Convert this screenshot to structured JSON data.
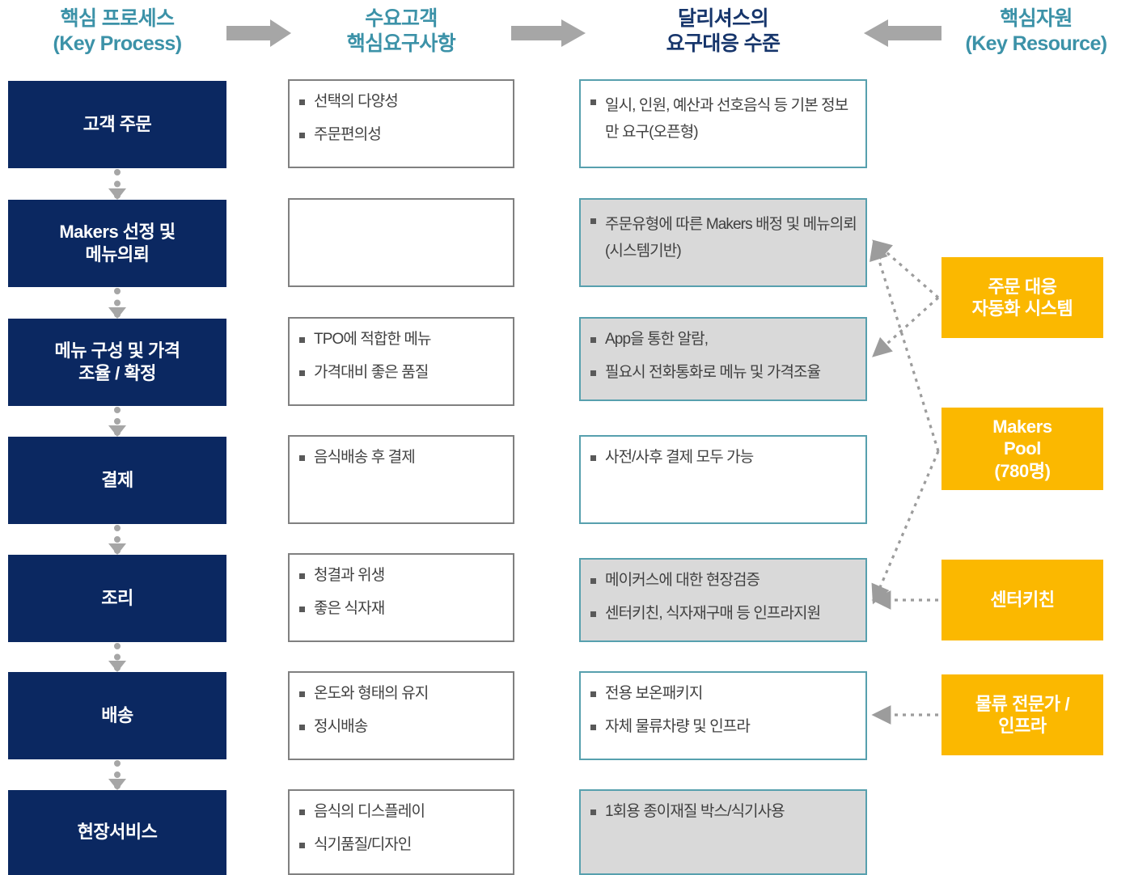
{
  "header": {
    "columns": [
      {
        "id": "key-process",
        "line1": "핵심 프로세스",
        "line2": "(Key Process)",
        "color": "#3c92a8"
      },
      {
        "id": "demand-customer",
        "line1": "수요고객",
        "line2": "핵심요구사항",
        "color": "#3c92a8"
      },
      {
        "id": "response-level",
        "line1": "달리셔스의",
        "line2": "요구대응 수준",
        "color": "#16356b"
      },
      {
        "id": "key-resource",
        "line1": "핵심자원",
        "line2": "(Key Resource)",
        "color": "#3c92a8"
      }
    ],
    "arrows": [
      {
        "name": "arrow-process-to-demand",
        "direction": "right"
      },
      {
        "name": "arrow-demand-to-response",
        "direction": "right"
      },
      {
        "name": "arrow-resource-to-response",
        "direction": "left"
      }
    ]
  },
  "colors": {
    "process_box": "#0b2861",
    "resource_box": "#fbb800",
    "response_border": "#57a0ae",
    "response_fill_grey": "#d9d9d9",
    "requirement_border": "#808080",
    "connector": "#a6a6a6",
    "header_teal": "#3c92a8",
    "header_navy": "#16356b"
  },
  "process_steps": [
    {
      "id": "order",
      "label": "고객 주문"
    },
    {
      "id": "makers-select",
      "label": "Makers 선정 및\n메뉴의뢰",
      "line1": "Makers 선정 및",
      "line2": "메뉴의뢰"
    },
    {
      "id": "menu-price",
      "label": "메뉴 구성 및 가격\n조율 / 확정",
      "line1": "메뉴 구성 및 가격",
      "line2": "조율 / 확정"
    },
    {
      "id": "payment",
      "label": "결제"
    },
    {
      "id": "cooking",
      "label": "조리"
    },
    {
      "id": "delivery",
      "label": "배송"
    },
    {
      "id": "onsite-service",
      "label": "현장서비스"
    }
  ],
  "requirements": [
    {
      "step": "order",
      "items": [
        "선택의 다양성",
        "주문편의성"
      ]
    },
    {
      "step": "makers-select",
      "items": []
    },
    {
      "step": "menu-price",
      "items": [
        "TPO에 적합한 메뉴",
        "가격대비 좋은 품질"
      ]
    },
    {
      "step": "payment",
      "items": [
        "음식배송 후 결제"
      ]
    },
    {
      "step": "cooking",
      "items": [
        "청결과 위생",
        "좋은 식자재"
      ]
    },
    {
      "step": "delivery",
      "items": [
        "온도와 형태의 유지",
        "정시배송"
      ]
    },
    {
      "step": "onsite-service",
      "items": [
        "음식의 디스플레이",
        "식기품질/디자인"
      ]
    }
  ],
  "responses": [
    {
      "step": "order",
      "fill": "white",
      "items": [
        "일시, 인원, 예산과 선호음식 등 기본 정보만 요구(오픈형)"
      ]
    },
    {
      "step": "makers-select",
      "fill": "grey",
      "items": [
        "주문유형에 따른 Makers 배정 및 메뉴의뢰 (시스템기반)"
      ]
    },
    {
      "step": "menu-price",
      "fill": "grey",
      "items": [
        "App을 통한 알람,",
        "필요시 전화통화로 메뉴 및 가격조율"
      ]
    },
    {
      "step": "payment",
      "fill": "white",
      "items": [
        "사전/사후 결제 모두 가능"
      ]
    },
    {
      "step": "cooking",
      "fill": "grey",
      "items": [
        "메이커스에 대한 현장검증",
        "센터키친, 식자재구매 등 인프라지원"
      ]
    },
    {
      "step": "delivery",
      "fill": "white",
      "items": [
        "전용 보온패키지",
        "자체 물류차량 및 인프라"
      ]
    },
    {
      "step": "onsite-service",
      "fill": "grey",
      "items": [
        "1회용 종이재질 박스/식기사용"
      ]
    }
  ],
  "resources": [
    {
      "id": "automation-system",
      "line1": "주문 대응",
      "line2": "자동화 시스템",
      "line3": ""
    },
    {
      "id": "makers-pool",
      "line1": "Makers",
      "line2": "Pool",
      "line3": "(780명)"
    },
    {
      "id": "center-kitchen",
      "line1": "센터키친",
      "line2": "",
      "line3": ""
    },
    {
      "id": "logistics-expert",
      "line1": "물류 전문가 /",
      "line2": "인프라",
      "line3": ""
    }
  ]
}
